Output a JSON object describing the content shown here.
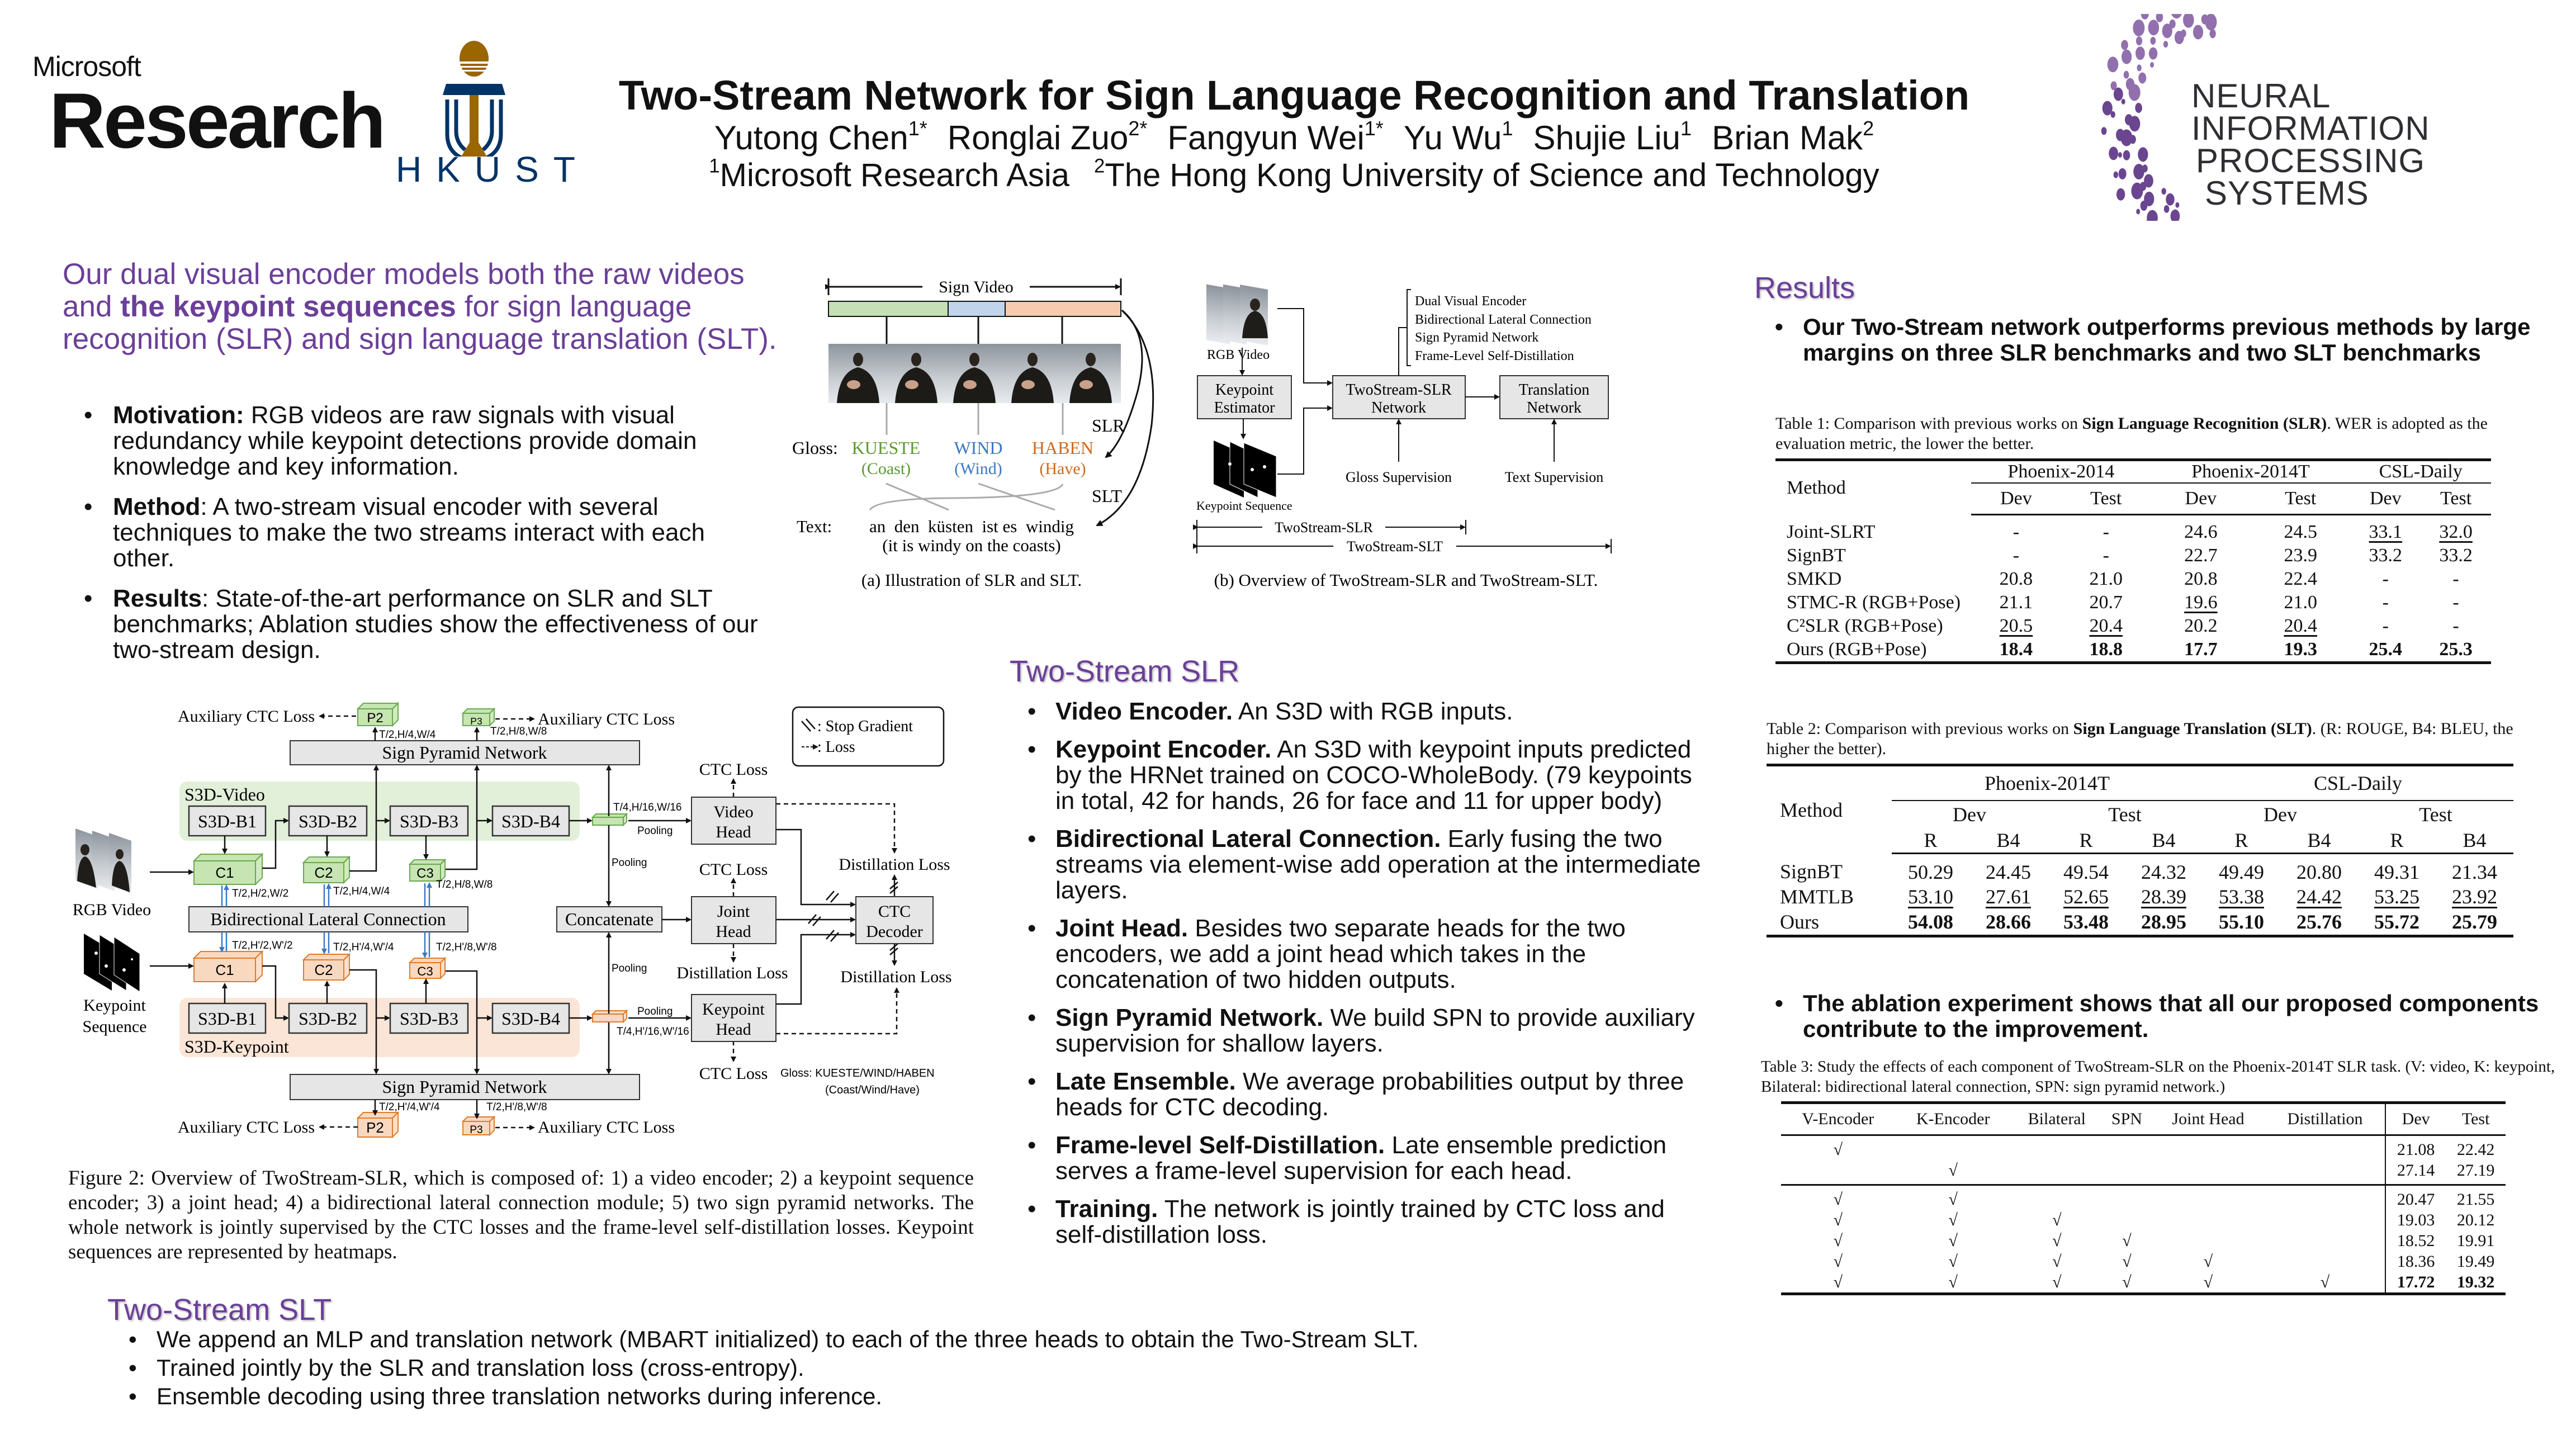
{
  "header": {
    "title": "Two-Stream Network for Sign Language Recognition and Translation",
    "authors": [
      {
        "name": "Yutong Chen",
        "sup": "1*"
      },
      {
        "name": "Ronglai Zuo",
        "sup": "2*"
      },
      {
        "name": "Fangyun Wei",
        "sup": "1*"
      },
      {
        "name": "Yu Wu",
        "sup": "1"
      },
      {
        "name": "Shujie Liu",
        "sup": "1"
      },
      {
        "name": "Brian Mak",
        "sup": "2"
      }
    ],
    "affiliations": [
      {
        "sup": "1",
        "name": "Microsoft Research Asia"
      },
      {
        "sup": "2",
        "name": "The Hong Kong University of Science and Technology"
      }
    ],
    "logos": {
      "msr_small": "Microsoft",
      "msr_big": "Research",
      "hkust": "HKUST",
      "neurips": [
        "NEURAL",
        "INFORMATION",
        "PROCESSING",
        "SYSTEMS"
      ]
    }
  },
  "intro": {
    "lead_a": "Our dual visual encoder models both the raw videos and ",
    "lead_bold": "the keypoint sequences",
    "lead_b": " for sign language recognition (SLR) and sign language translation (SLT).",
    "bullets": [
      {
        "label": "Motivation:",
        "text": " RGB videos are raw signals with visual redundancy while keypoint detections provide domain knowledge and key information."
      },
      {
        "label": "Method",
        "text": ": A two-stream visual encoder with several techniques to make the two streams interact with each other."
      },
      {
        "label": "Results",
        "text": ": State-of-the-art performance on SLR and SLT benchmarks; Ablation studies show the effectiveness of our two-stream design."
      }
    ]
  },
  "fig1a": {
    "sign_video": "Sign Video",
    "gloss_label": "Gloss:",
    "glosses": [
      {
        "word": "KUESTE",
        "meaning": "(Coast)",
        "color": "#5a9a2e"
      },
      {
        "word": "WIND",
        "meaning": "(Wind)",
        "color": "#3a78c4"
      },
      {
        "word": "HABEN",
        "meaning": "(Have)",
        "color": "#d06a1c"
      }
    ],
    "slr": "SLR",
    "slt": "SLT",
    "text_label": "Text:",
    "text_de": "an  den  küsten  ist es  windig",
    "text_en": "(it is windy on the coasts)",
    "caption": "(a) Illustration of SLR and SLT."
  },
  "fig1b": {
    "rgb_video": "RGB Video",
    "keypoint_estimator": [
      "Keypoint",
      "Estimator"
    ],
    "keypoint_sequence": "Keypoint Sequence",
    "slr_network": [
      "TwoStream-SLR",
      "Network"
    ],
    "translation_network": [
      "Translation",
      "Network"
    ],
    "components": [
      "Dual Visual Encoder",
      "Bidirectional Lateral Connection",
      "Sign Pyramid Network",
      "Frame-Level Self-Distillation"
    ],
    "gloss_supervision": "Gloss Supervision",
    "text_supervision": "Text Supervision",
    "range_slr": "TwoStream-SLR",
    "range_slt": "TwoStream-SLT",
    "caption": "(b) Overview of TwoStream-SLR and TwoStream-SLT."
  },
  "fig2": {
    "aux_ctc_loss": "Auxiliary CTC Loss",
    "p2": "P2",
    "p3": "P3",
    "c1": "C1",
    "c2": "C2",
    "c3": "C3",
    "spn": "Sign Pyramid Network",
    "s3d_video": "S3D-Video",
    "s3d_keypoint": "S3D-Keypoint",
    "blocks": [
      "S3D-B1",
      "S3D-B2",
      "S3D-B3",
      "S3D-B4"
    ],
    "blc": "Bidirectional Lateral Connection",
    "rgb_video": "RGB Video",
    "keypoint_sequence": [
      "Keypoint",
      "Sequence"
    ],
    "concatenate": "Concatenate",
    "video_head": [
      "Video",
      "Head"
    ],
    "joint_head": [
      "Joint",
      "Head"
    ],
    "keypoint_head": [
      "Keypoint",
      "Head"
    ],
    "ctc_decoder": [
      "CTC",
      "Decoder"
    ],
    "ctc_loss": "CTC Loss",
    "distillation_loss": "Distillation Loss",
    "pooling": "Pooling",
    "legend_stop": ": Stop Gradient",
    "legend_loss": ": Loss",
    "gloss_line1": "Gloss: KUESTE/WIND/HABEN",
    "gloss_line2": "(Coast/Wind/Have)",
    "dims": {
      "top_p2": "T/2,H/4,W/4",
      "top_p3": "T/2,H/8,W/8",
      "v_c1": "T/2,H/2,W/2",
      "v_c2": "T/2,H/4,W/4",
      "v_c3": "T/2,H/8,W/8",
      "k_c1": "T/2,H'/2,W'/2",
      "k_c2": "T/2,H'/4,W'/4",
      "k_c3": "T/2,H'/8,W'/8",
      "v_pool": "T/4,H/16,W/16",
      "k_pool": "T/4,H'/16,W'/16",
      "bot_p2": "T/2,H'/4,W'/4",
      "bot_p3": "T/2,H'/8,W'/8"
    },
    "caption": "Figure 2: Overview of TwoStream-SLR, which is composed of: 1) a video encoder; 2) a keypoint sequence encoder; 3) a joint head; 4) a bidirectional lateral connection module; 5) two sign pyramid networks. The whole network is jointly supervised by the CTC losses and the frame-level self-distillation losses. Keypoint sequences are represented by heatmaps."
  },
  "slr_section": {
    "heading": "Two-Stream SLR",
    "bullets": [
      {
        "label": "Video Encoder.",
        "text": " An S3D with RGB inputs."
      },
      {
        "label": "Keypoint Encoder.",
        "text": " An S3D  with keypoint inputs predicted by the HRNet trained on COCO-WholeBody. (79 keypoints in total, 42 for hands, 26 for face and 11 for upper body)"
      },
      {
        "label": "Bidirectional Lateral Connection.",
        "text": " Early fusing the two streams via element-wise add operation at the intermediate layers."
      },
      {
        "label": "Joint Head.",
        "text": " Besides two separate heads for the two encoders, we add a joint head which takes in the concatenation of two hidden outputs."
      },
      {
        "label": "Sign Pyramid Network.",
        "text": " We build SPN to provide auxiliary supervision for shallow layers."
      },
      {
        "label": "Late Ensemble.",
        "text": " We average probabilities output by three heads for CTC decoding."
      },
      {
        "label": "Frame-level Self-Distillation.",
        "text": " Late ensemble prediction serves a frame-level supervision for each head."
      },
      {
        "label": "Training.",
        "text": " The network is jointly trained by CTC loss and self-distillation loss."
      }
    ]
  },
  "slt_section": {
    "heading": "Two-Stream SLT",
    "bullets": [
      "We append an MLP and translation network (MBART initialized) to each of the three heads to obtain the Two-Stream SLT.",
      "Trained jointly by the SLR and translation loss (cross-entropy).",
      "Ensemble decoding using three translation networks during inference."
    ]
  },
  "results": {
    "heading": "Results",
    "bullet1": "Our Two-Stream network outperforms previous methods by large margins on three SLR benchmarks and two SLT benchmarks",
    "bullet2": "The ablation experiment shows that all our proposed components contribute to the improvement.",
    "table1": {
      "caption_a": "Table 1: Comparison with previous works on ",
      "caption_bold": "Sign Language Recognition (SLR)",
      "caption_b": ". WER is adopted as the evaluation metric, the lower the better.",
      "method_header": "Method",
      "groups": [
        "Phoenix-2014",
        "Phoenix-2014T",
        "CSL-Daily"
      ],
      "subheaders": [
        "Dev",
        "Test",
        "Dev",
        "Test",
        "Dev",
        "Test"
      ],
      "rows": [
        {
          "method": "Joint-SLRT",
          "values": [
            "-",
            "-",
            "24.6",
            "24.5",
            "33.1",
            "32.0"
          ]
        },
        {
          "method": "SignBT",
          "values": [
            "-",
            "-",
            "22.7",
            "23.9",
            "33.2",
            "33.2"
          ]
        },
        {
          "method": "SMKD",
          "values": [
            "20.8",
            "21.0",
            "20.8",
            "22.4",
            "-",
            "-"
          ]
        },
        {
          "method": "STMC-R (RGB+Pose)",
          "values": [
            "21.1",
            "20.7",
            "19.6",
            "21.0",
            "-",
            "-"
          ]
        },
        {
          "method": "C²SLR (RGB+Pose)",
          "values": [
            "20.5",
            "20.4",
            "20.2",
            "20.4",
            "-",
            "-"
          ]
        },
        {
          "method": "Ours (RGB+Pose)",
          "values": [
            "18.4",
            "18.8",
            "17.7",
            "19.3",
            "25.4",
            "25.3"
          ]
        }
      ],
      "underlined": [
        [
          0,
          4
        ],
        [
          0,
          5
        ],
        [
          3,
          2
        ],
        [
          4,
          0
        ],
        [
          4,
          1
        ],
        [
          4,
          3
        ]
      ],
      "bold_row": 5
    },
    "table2": {
      "caption_a": "Table 2: Comparison with previous works on ",
      "caption_bold": "Sign Language Translation (SLT)",
      "caption_b": ". (R: ROUGE, B4: BLEU, the higher the better).",
      "method_header": "Method",
      "groups": [
        "Phoenix-2014T",
        "CSL-Daily"
      ],
      "splits": [
        "Dev",
        "Test",
        "Dev",
        "Test"
      ],
      "metrics": [
        "R",
        "B4",
        "R",
        "B4",
        "R",
        "B4",
        "R",
        "B4"
      ],
      "rows": [
        {
          "method": "SignBT",
          "values": [
            "50.29",
            "24.45",
            "49.54",
            "24.32",
            "49.49",
            "20.80",
            "49.31",
            "21.34"
          ]
        },
        {
          "method": "MMTLB",
          "values": [
            "53.10",
            "27.61",
            "52.65",
            "28.39",
            "53.38",
            "24.42",
            "53.25",
            "23.92"
          ]
        },
        {
          "method": "Ours",
          "values": [
            "54.08",
            "28.66",
            "53.48",
            "28.95",
            "55.10",
            "25.76",
            "55.72",
            "25.79"
          ]
        }
      ],
      "underlined_row": 1,
      "bold_row": 2
    },
    "table3": {
      "caption": "Table 3: Study the effects of each component of TwoStream-SLR on the Phoenix-2014T SLR task. (V: video, K: keypoint, Bilateral: bidirectional lateral connection, SPN: sign pyramid network.)",
      "headers": [
        "V-Encoder",
        "K-Encoder",
        "Bilateral",
        "SPN",
        "Joint Head",
        "Distillation",
        "Dev",
        "Test"
      ],
      "check": "√",
      "groups": [
        [
          {
            "flags": [
              1,
              0,
              0,
              0,
              0,
              0
            ],
            "dev": "21.08",
            "test": "22.42"
          },
          {
            "flags": [
              0,
              1,
              0,
              0,
              0,
              0
            ],
            "dev": "27.14",
            "test": "27.19"
          }
        ],
        [
          {
            "flags": [
              1,
              1,
              0,
              0,
              0,
              0
            ],
            "dev": "20.47",
            "test": "21.55"
          },
          {
            "flags": [
              1,
              1,
              1,
              0,
              0,
              0
            ],
            "dev": "19.03",
            "test": "20.12"
          },
          {
            "flags": [
              1,
              1,
              1,
              1,
              0,
              0
            ],
            "dev": "18.52",
            "test": "19.91"
          },
          {
            "flags": [
              1,
              1,
              1,
              1,
              1,
              0
            ],
            "dev": "18.36",
            "test": "19.49"
          },
          {
            "flags": [
              1,
              1,
              1,
              1,
              1,
              1
            ],
            "dev": "17.72",
            "test": "19.32"
          }
        ]
      ]
    }
  },
  "colors": {
    "accent_purple": "#6b3f98",
    "green_fill": "#c6e5b3",
    "orange_fill": "#f9d8c0",
    "hkust_blue": "#003366",
    "hkust_gold": "#996600"
  }
}
